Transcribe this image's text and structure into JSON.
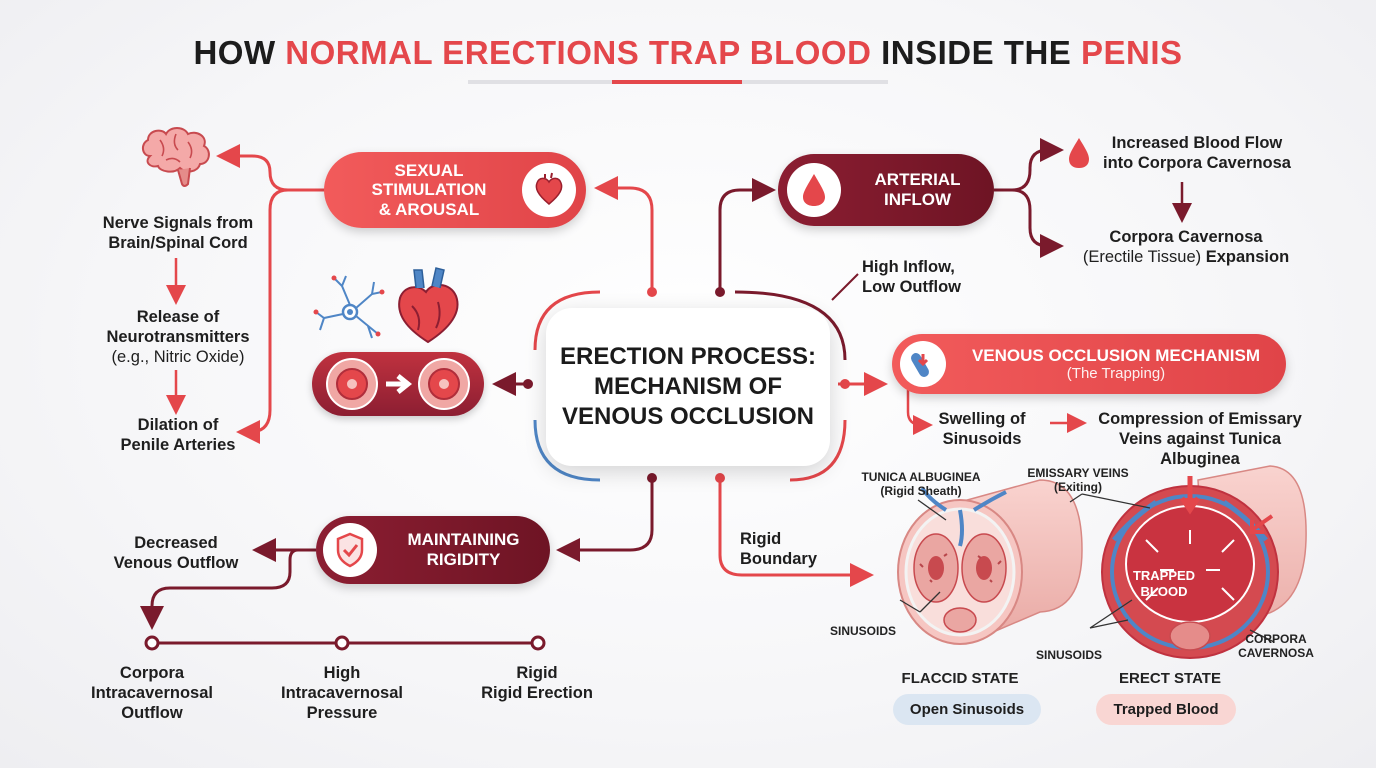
{
  "title": {
    "part1": "HOW ",
    "part2": "NORMAL ERECTIONS TRAP BLOOD",
    "part3": " INSIDE THE ",
    "part4": "PENIS"
  },
  "center": {
    "line1": "ERECTION PROCESS:",
    "line2": "MECHANISM OF",
    "line3": "VENOUS OCCLUSION"
  },
  "stimulation": {
    "pill_lines": [
      "SEXUAL",
      "STIMULATION",
      "& AROUSAL"
    ],
    "nerve": [
      "Nerve Signals from",
      "Brain/Spinal Cord"
    ],
    "release": [
      "Release of",
      "Neurotransmitters"
    ],
    "release_sub": "(e.g., Nitric Oxide)",
    "dilation": [
      "Dilation of",
      "Penile Arteries"
    ]
  },
  "arterial": {
    "pill_lines": [
      "ARTERIAL",
      "INFLOW"
    ],
    "increased": [
      "Increased Blood Flow",
      "into Corpora Cavernosa"
    ],
    "expansion_1": "Corpora Cavernosa",
    "expansion_2a": "(Erectile Tissue)",
    "expansion_2b": " Expansion",
    "high_inflow": [
      "High Inflow,",
      "Low Outflow"
    ]
  },
  "venous": {
    "pill_title": "VENOUS OCCLUSION MECHANISM",
    "pill_sub": "(The Trapping)",
    "swelling": [
      "Swelling of",
      "Sinusoids"
    ],
    "compression": [
      "Compression of Emissary",
      "Veins against Tunica",
      "Albuginea"
    ],
    "rigid_boundary": [
      "Rigid",
      "Boundary"
    ]
  },
  "rigidity": {
    "pill_lines": [
      "MAINTAINING",
      "RIGIDITY"
    ],
    "decreased": [
      "Decreased",
      "Venous Outflow"
    ],
    "timeline": [
      {
        "lines": [
          "Corpora",
          "Intracavernosal",
          "Outflow"
        ]
      },
      {
        "lines": [
          "High",
          "Intracavernosal",
          "Pressure"
        ]
      },
      {
        "lines": [
          "Rigid",
          "Rigid Erection"
        ]
      }
    ]
  },
  "anatomy": {
    "tunica": [
      "TUNICA ALBUGINEA",
      "(Rigid Sheath)"
    ],
    "emissary": [
      "EMISSARY VEINS",
      "(Exiting)"
    ],
    "sinusoids_left": "SINUSOIDS",
    "sinusoids_right": "SINUSOIDS",
    "corpora": [
      "CORPORA",
      "CAVERNOSA"
    ],
    "trapped_center": [
      "TRAPPED",
      "BLOOD"
    ],
    "flaccid_label": "FLACCID STATE",
    "erect_label": "ERECT STATE",
    "flaccid_badge": "Open Sinusoids",
    "erect_badge": "Trapped Blood"
  },
  "colors": {
    "red": "#e4474b",
    "maroon": "#7a1a2c",
    "blue": "#4f86c6",
    "pink": "#f2b8b4"
  },
  "icons": [
    "brain-icon",
    "heart-icon",
    "neuron-icon",
    "anatomical-heart-icon",
    "vessel-cross-section-icon",
    "blood-drop-icon",
    "shield-check-icon",
    "blood-vessel-icon"
  ]
}
